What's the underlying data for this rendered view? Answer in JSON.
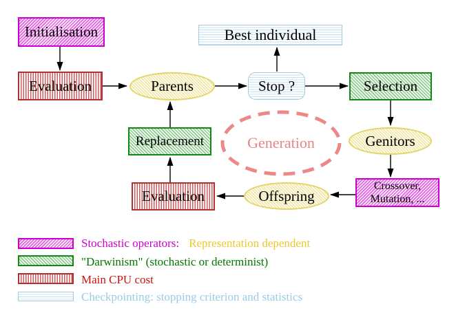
{
  "diagram": {
    "nodes": {
      "initialisation": {
        "label": "Initialisation"
      },
      "evaluation_top": {
        "label": "Evaluation"
      },
      "parents": {
        "label": "Parents"
      },
      "best_individual": {
        "label": "Best individual"
      },
      "stop": {
        "label": "Stop ?"
      },
      "selection": {
        "label": "Selection"
      },
      "genitors": {
        "label": "Genitors"
      },
      "crossover": {
        "label_line1": "Crossover,",
        "label_line2": "Mutation, ..."
      },
      "offspring": {
        "label": "Offspring"
      },
      "evaluation_bottom": {
        "label": "Evaluation"
      },
      "replacement": {
        "label": "Replacement"
      },
      "generation": {
        "label": "Generation"
      }
    },
    "colors": {
      "stochastic_magenta": "#cc00cc",
      "darwinism_green": "#118811",
      "cpu_red": "#b03030",
      "checkpoint_blue": "#a5cade",
      "population_yellow": "#e3d466",
      "generation_salmon": "#ee8888",
      "arrow_black": "#000000"
    }
  },
  "legend": {
    "items": [
      {
        "swatch": "magenta-diagonal-hatch",
        "text": "Stochastic operators:",
        "text2": "Representation dependent",
        "color": "#cc00cc",
        "color2": "#edc82c"
      },
      {
        "swatch": "green-diagonal-hatch",
        "text": "\"Darwinism\" (stochastic or determinist)",
        "color": "#007700"
      },
      {
        "swatch": "red-vertical-lines",
        "text": "Main CPU cost",
        "color": "#cc1111"
      },
      {
        "swatch": "blue-horizontal-lines",
        "text": "Checkpointing: stopping criterion and statistics",
        "color": "#9bcbe8"
      }
    ]
  }
}
